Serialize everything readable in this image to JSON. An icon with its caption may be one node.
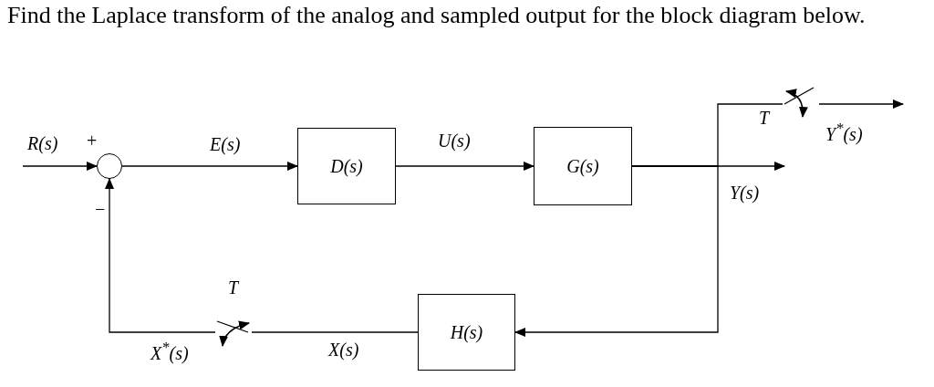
{
  "diagram": {
    "title": "Find the Laplace transform of the analog and sampled output for the block diagram below.",
    "nodes": [
      {
        "text": [],
        "shape": "circle"
      },
      {
        "text": [
          "D(s)"
        ]
      },
      {
        "text": [
          "G(s)"
        ]
      },
      {
        "text": [],
        "shape": "switch",
        "beside": [
          "T"
        ]
      },
      {
        "text": [
          "H(s)"
        ]
      },
      {
        "text": [],
        "shape": "switch",
        "beside": [
          "T"
        ]
      }
    ],
    "edges": [
      {
        "from": null,
        "to": 0,
        "arrow": "to",
        "label": "R(s)"
      },
      {
        "from": 0,
        "to": 1,
        "arrow": "to",
        "label": "E(s)"
      },
      {
        "from": 1,
        "to": 2,
        "arrow": "to",
        "label": "U(s)"
      },
      {
        "from": 2,
        "to": null,
        "arrow": "to",
        "label": "Y(s)"
      },
      {
        "from": 2,
        "to": 3,
        "arrow": "none"
      },
      {
        "from": 3,
        "to": null,
        "arrow": "to",
        "label": "Y$^{*}$(s)"
      },
      {
        "from": 2,
        "to": 4,
        "arrow": "to"
      },
      {
        "from": 4,
        "to": 5,
        "arrow": "none",
        "label": "X(s)"
      },
      {
        "from": 5,
        "to": 0,
        "arrow": "to",
        "label": "X$^{*}$(s)"
      }
    ],
    "labels": [
      "+",
      "−"
    ]
  }
}
